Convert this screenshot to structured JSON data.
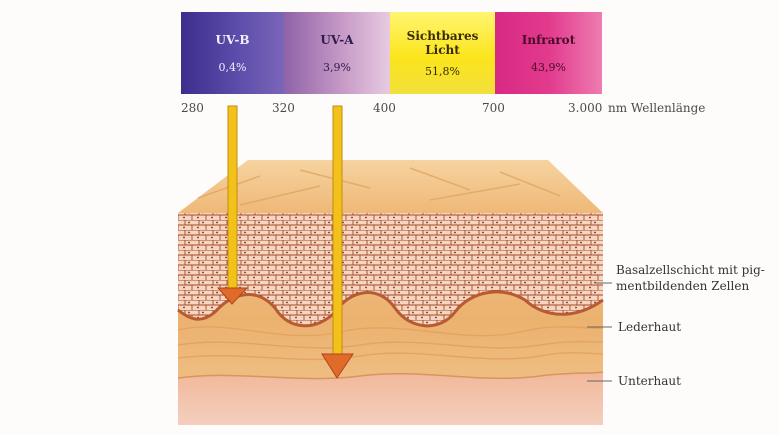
{
  "spectrum": {
    "bands": [
      {
        "name": "UV-B",
        "share": "0,4%"
      },
      {
        "name": "UV-A",
        "share": "3,9%"
      },
      {
        "name": "Sichtbares Licht",
        "name_line1": "Sichtbares",
        "name_line2": "Licht",
        "share": "51,8%"
      },
      {
        "name": "Infrarot",
        "share": "43,9%"
      }
    ],
    "ticks": [
      "280",
      "320",
      "400",
      "700",
      "3.000"
    ],
    "axis_unit": "nm Wellenlänge"
  },
  "skin_layers": {
    "basal_label_line1": "Basalzellschicht mit pig-",
    "basal_label_line2": "mentbildenden Zellen",
    "dermis_label": "Lederhaut",
    "hypodermis_label": "Unterhaut"
  },
  "colors": {
    "uvb": "#4a3a9c",
    "uva": "#c79ac6",
    "visible": "#fbe51d",
    "infrared": "#e23a8d",
    "arrow_shaft": "#f3c21a",
    "arrow_head": "#e06a2a"
  }
}
